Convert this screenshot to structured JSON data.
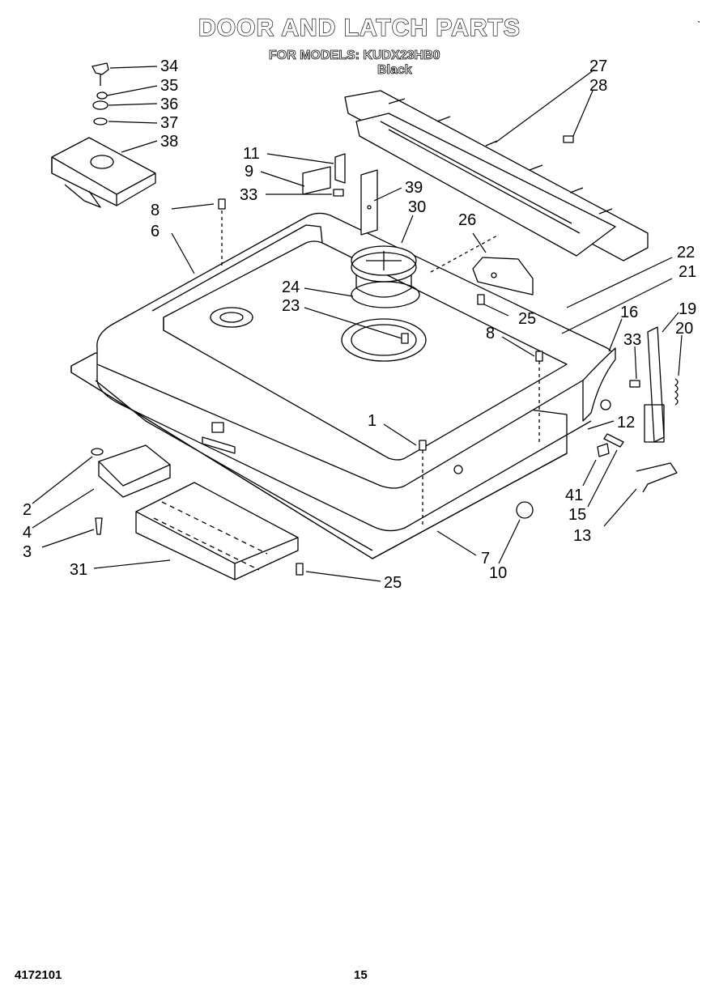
{
  "header": {
    "title": "DOOR AND LATCH PARTS",
    "models": "FOR MODELS: KUDX23HB0",
    "color": "Black"
  },
  "footer": {
    "doc_number": "4172101",
    "page": "15"
  },
  "corner_mark": "ˎ",
  "callouts": [
    "34",
    "35",
    "36",
    "37",
    "38",
    "11",
    "9",
    "33",
    "39",
    "30",
    "8",
    "6",
    "27",
    "28",
    "26",
    "22",
    "21",
    "24",
    "23",
    "25",
    "8",
    "16",
    "33",
    "19",
    "20",
    "1",
    "12",
    "2",
    "4",
    "3",
    "41",
    "15",
    "13",
    "31",
    "25",
    "7",
    "10"
  ]
}
